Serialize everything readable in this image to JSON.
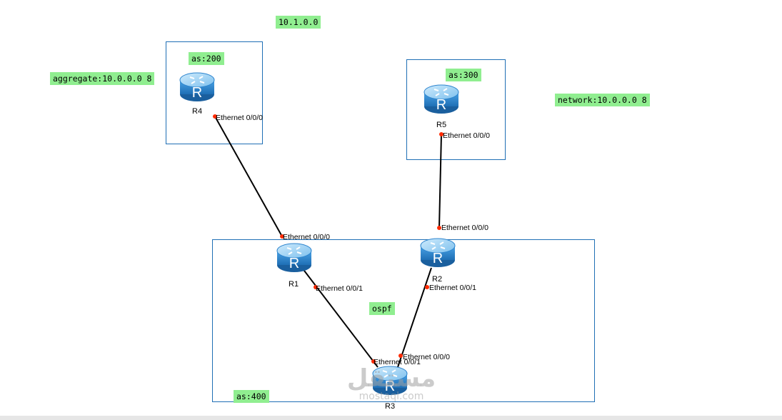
{
  "colors": {
    "area_border": "#1f6fb5",
    "note_bg": "#90ee90",
    "link": "#000000",
    "port": "#ff2a00",
    "router_top": "#9fd4f5",
    "router_body": "#2f86cf"
  },
  "notes": {
    "network_top": "10.1.0.0",
    "aggregate": "aggregate:10.0.0.0 8",
    "network_right": "network:10.0.0.0 8",
    "as200": "as:200",
    "as300": "as:300",
    "as400": "as:400",
    "ospf": "ospf"
  },
  "routers": {
    "r1": {
      "name": "R1",
      "icon": "router-icon"
    },
    "r2": {
      "name": "R2",
      "icon": "router-icon"
    },
    "r3": {
      "name": "R3",
      "icon": "router-icon"
    },
    "r4": {
      "name": "R4",
      "icon": "router-icon"
    },
    "r5": {
      "name": "R5",
      "icon": "router-icon"
    }
  },
  "links": [
    {
      "from": "R4",
      "from_port": "Ethernet 0/0/0",
      "to": "R1",
      "to_port": "Ethernet 0/0/0"
    },
    {
      "from": "R5",
      "from_port": "Ethernet 0/0/0",
      "to": "R2",
      "to_port": "Ethernet 0/0/0"
    },
    {
      "from": "R1",
      "from_port": "Ethernet 0/0/1",
      "to": "R3",
      "to_port": "Ethernet 0/0/1"
    },
    {
      "from": "R2",
      "from_port": "Ethernet 0/0/1",
      "to": "R3",
      "to_port": "Ethernet 0/0/0"
    }
  ],
  "watermark": {
    "main": "مستقل",
    "sub": "mostaql.com"
  }
}
